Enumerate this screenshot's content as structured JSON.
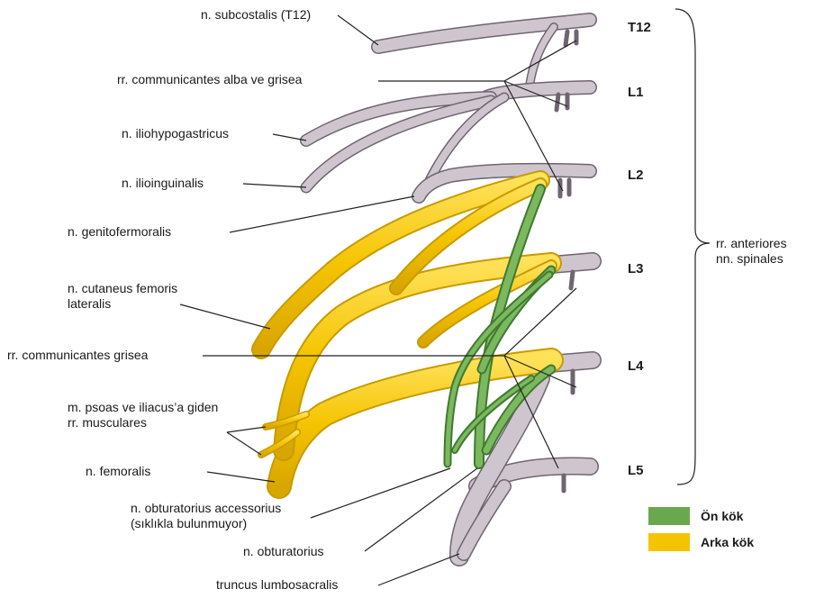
{
  "labels": {
    "subcostalis": "n. subcostalis (T12)",
    "communicantes_alba": "rr. communicantes alba ve grisea",
    "iliohypogastricus": "n. iliohypogastricus",
    "ilioinguinalis": "n. ilioinguinalis",
    "genitofemoralis": "n. genitofermoralis",
    "cutaneus_line1": "n. cutaneus femoris",
    "cutaneus_line2": "lateralis",
    "communicantes_grisea": "rr. communicantes grisea",
    "psoas_line1": "m. psoas ve iliacus’a giden",
    "psoas_line2": "rr. musculares",
    "femoralis": "n. femoralis",
    "obturatorius_acc_line1": "n. obturatorius accessorius",
    "obturatorius_acc_line2": "(sıklıkla bulunmuyor)",
    "obturatorius": "n. obturatorius",
    "truncus": "truncus lumbosacralis",
    "anteriores_line1": "rr. anteriores",
    "anteriores_line2": "nn. spinales"
  },
  "levels": [
    "T12",
    "L1",
    "L2",
    "L3",
    "L4",
    "L5"
  ],
  "legend": [
    {
      "label": "Ön kök",
      "color": "#6aa84f"
    },
    {
      "label": "Arka kök",
      "color": "#f5c400"
    }
  ],
  "colors": {
    "nerve_gray": "#c9bfc9",
    "nerve_outline": "#6f6570",
    "anterior_green": "#6aa84f",
    "posterior_yellow": "#f5c400"
  }
}
